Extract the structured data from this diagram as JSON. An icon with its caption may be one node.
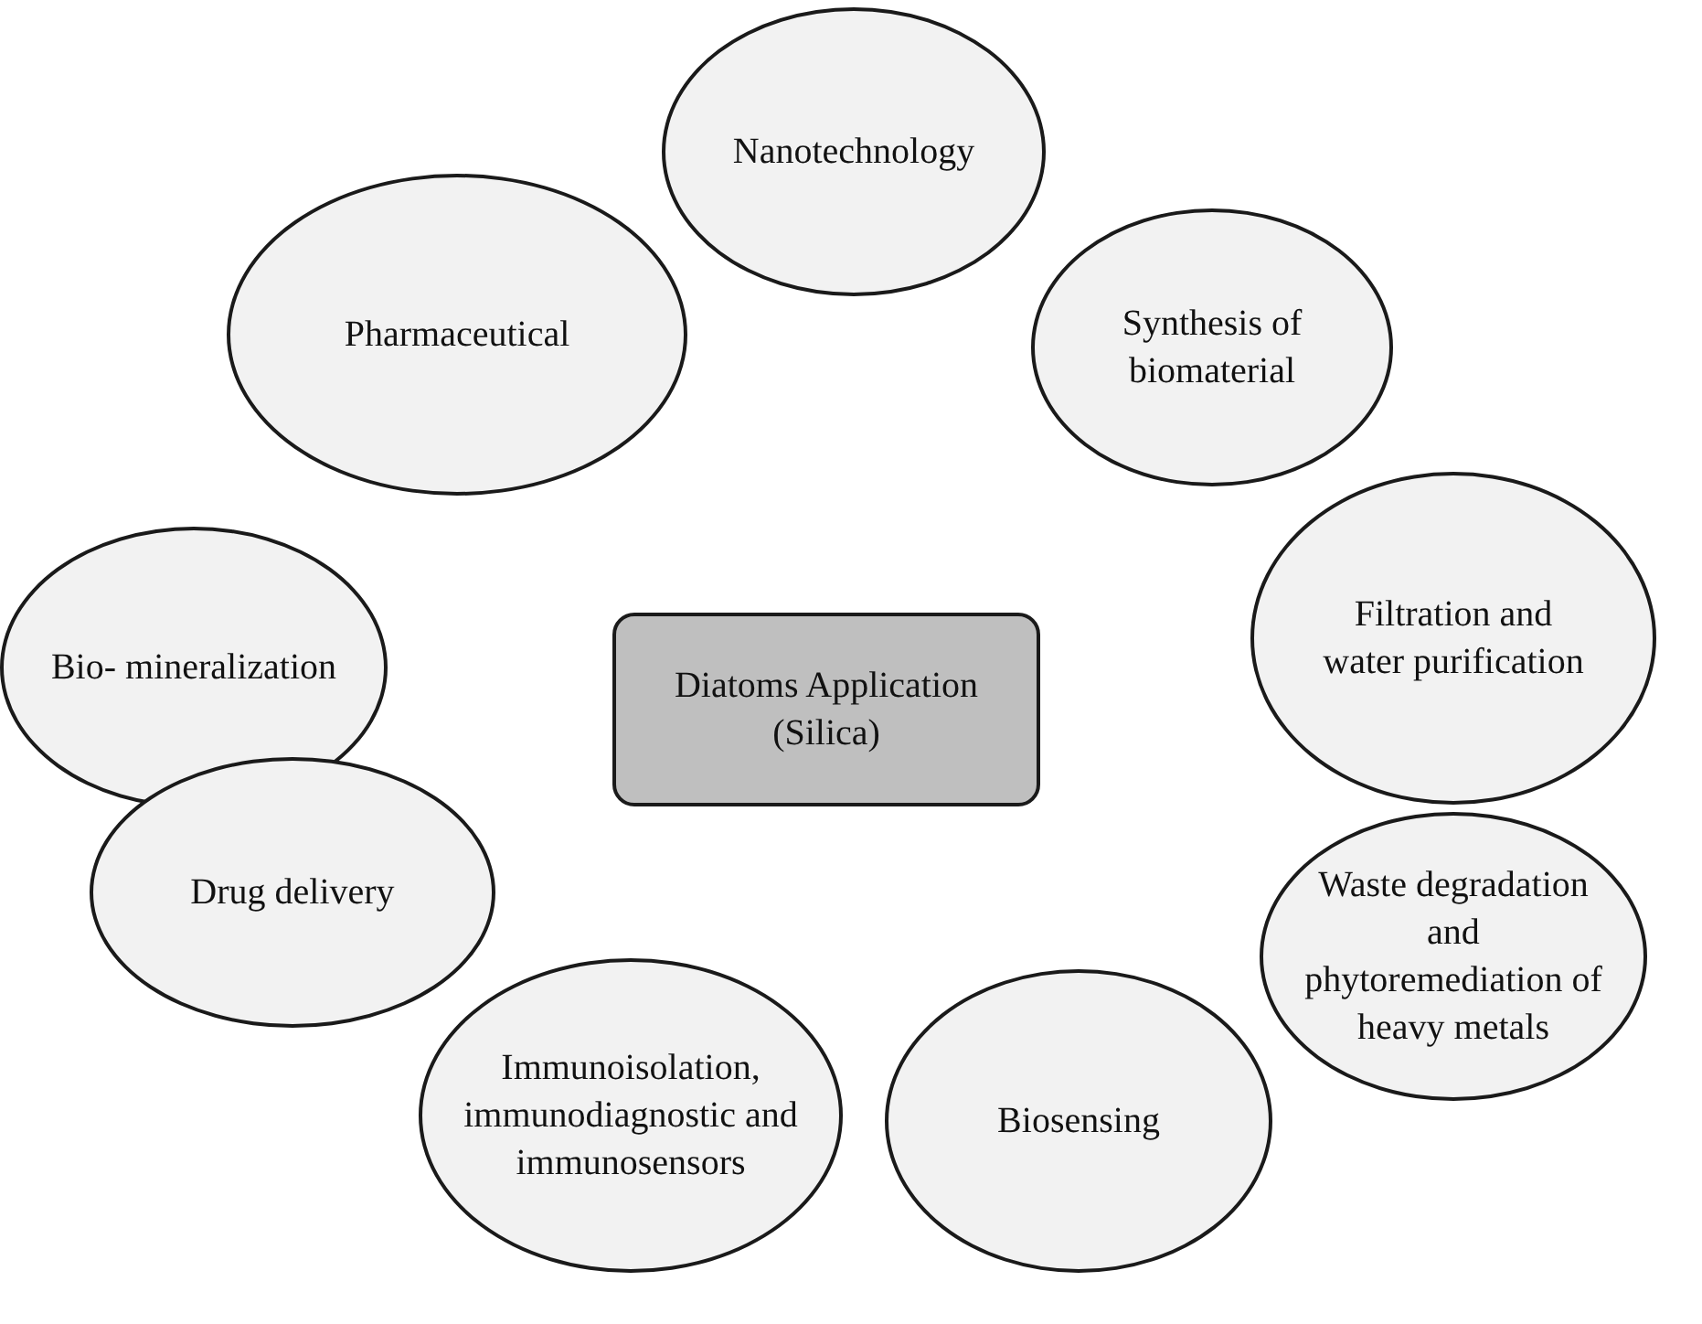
{
  "diagram": {
    "nodes": [
      {
        "text": [
          "Diatoms Application (Silica)"
        ]
      },
      {
        "text": [
          "Nanotechnology"
        ]
      },
      {
        "text": [
          "Synthesis of biomaterial"
        ]
      },
      {
        "text": [
          "Filtration and water purification"
        ]
      },
      {
        "text": [
          "Waste degradation and phytoremediation of heavy metals"
        ]
      },
      {
        "text": [
          "Biosensing"
        ]
      },
      {
        "text": [
          "Immunoisolation, immunodiagnostic and immunosensors"
        ]
      },
      {
        "text": [
          "Drug delivery"
        ]
      },
      {
        "text": [
          "Bio- mineralization"
        ]
      },
      {
        "text": [
          "Pharmaceutical"
        ]
      }
    ]
  }
}
